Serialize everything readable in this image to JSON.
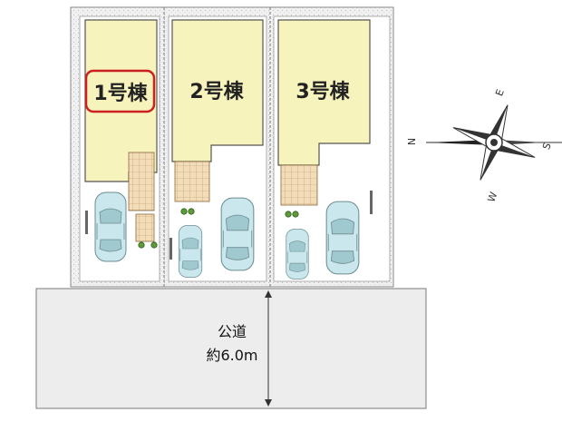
{
  "lots": [
    {
      "label": "1号棟",
      "highlighted": true
    },
    {
      "label": "2号棟",
      "highlighted": false
    },
    {
      "label": "3号棟",
      "highlighted": false
    }
  ],
  "road": {
    "name": "公道",
    "width": "約6.0m"
  },
  "compass": {
    "n": "N",
    "e": "E",
    "s": "S",
    "w": "W"
  },
  "colors": {
    "building": "#f7f3bd",
    "highlight_border": "#cc1f1f",
    "road": "#ededed",
    "tile": "#f3dcb8",
    "car": "#c9e7ec"
  }
}
